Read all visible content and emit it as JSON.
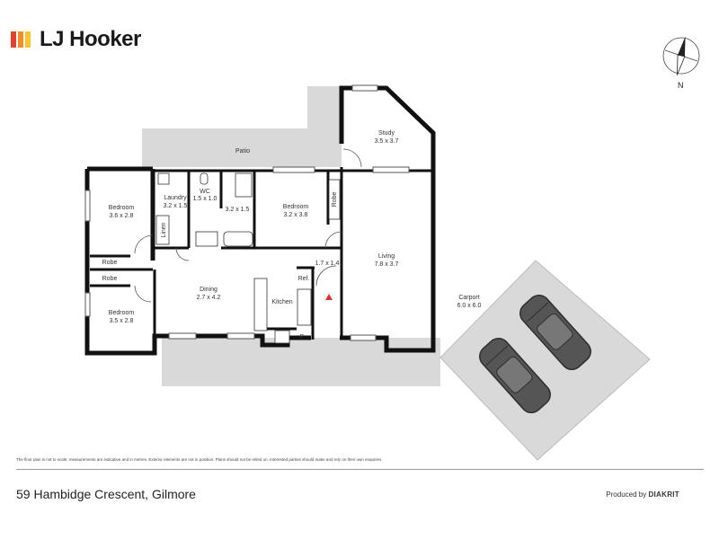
{
  "brand": {
    "name": "LJ Hooker",
    "bar_colors": [
      "#e4402c",
      "#f28c28",
      "#f7c62f"
    ]
  },
  "compass": {
    "label": "N"
  },
  "rooms": [
    {
      "id": "patio",
      "name": "Patio",
      "size": ""
    },
    {
      "id": "study",
      "name": "Study",
      "size": "3.5 x 3.7"
    },
    {
      "id": "laundry",
      "name": "Laundry",
      "size": "3.2 x 1.5"
    },
    {
      "id": "wc",
      "name": "WC",
      "size": "1.5 x 1.0"
    },
    {
      "id": "bath",
      "name": "",
      "size": "3.2 x 1.5"
    },
    {
      "id": "bedroom-centre",
      "name": "Bedroom",
      "size": "3.2 x 3.8"
    },
    {
      "id": "robe-centre",
      "name": "Robe",
      "size": ""
    },
    {
      "id": "bedroom-top",
      "name": "Bedroom",
      "size": "3.6 x 2.8"
    },
    {
      "id": "linen",
      "name": "Linen",
      "size": ""
    },
    {
      "id": "robe-top",
      "name": "Robe",
      "size": ""
    },
    {
      "id": "robe-bottom",
      "name": "Robe",
      "size": ""
    },
    {
      "id": "bedroom-bottom",
      "name": "Bedroom",
      "size": "3.5 x 2.8"
    },
    {
      "id": "entry",
      "name": "",
      "size": "1.7 x 1.4"
    },
    {
      "id": "living",
      "name": "Living",
      "size": "7.8 x 3.7"
    },
    {
      "id": "dining",
      "name": "Dining",
      "size": "2.7 x 4.2"
    },
    {
      "id": "kitchen",
      "name": "Kitchen",
      "size": ""
    },
    {
      "id": "ref",
      "name": "Ref.",
      "size": ""
    },
    {
      "id": "pantry",
      "name": "P",
      "size": ""
    },
    {
      "id": "carport",
      "name": "Carport",
      "size": "6.0 x 6.0"
    }
  ],
  "footer": {
    "disclaimer": "The floor plan is not to scale; measurements are indicative and in metres. Exterior elements are not in position. Plans should not be relied on. Interested parties should make and rely on their own enquiries.",
    "address": "59 Hambidge Crescent, Gilmore",
    "produced_prefix": "Produced by",
    "produced_brand": "DIAKRIT"
  },
  "colors": {
    "wall": "#111111",
    "outdoor": "#d9d9d9",
    "car": "#555555",
    "entry_marker": "#e03030"
  }
}
